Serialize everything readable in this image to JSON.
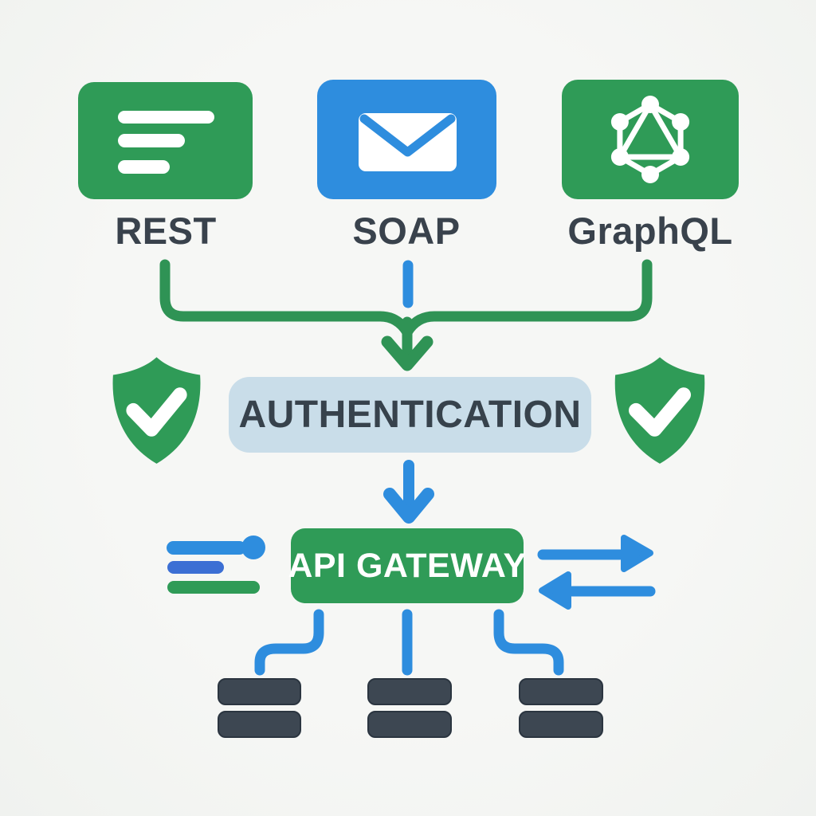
{
  "diagram_title": "API types merging through authentication into an API gateway backed by databases",
  "background_color": "#f4f5f3",
  "palette": {
    "green": "#2f9b57",
    "line_green": "#2f9355",
    "blue": "#2e8dde",
    "royal_blue": "#3c6fd4",
    "label_slate": "#39424c",
    "auth_bg": "#c9dde9",
    "auth_text": "#37424c",
    "db_slate": "#3d4752",
    "white": "#ffffff"
  },
  "apis": [
    {
      "id": "rest",
      "label": "REST",
      "icon": "list-lines-icon",
      "card_color": "#2f9b57"
    },
    {
      "id": "soap",
      "label": "SOAP",
      "icon": "envelope-icon",
      "card_color": "#2e8dde"
    },
    {
      "id": "graphql",
      "label": "GraphQL",
      "icon": "graphql-logo-icon",
      "card_color": "#2f9b57"
    }
  ],
  "auth": {
    "label": "AUTHENTICATION",
    "flanked_by": "shield-check-icons"
  },
  "gateway": {
    "label": "API GATEWAY"
  },
  "databases": {
    "count": 3,
    "bars_per_stack": 2,
    "icon": "database-stack-icon"
  }
}
